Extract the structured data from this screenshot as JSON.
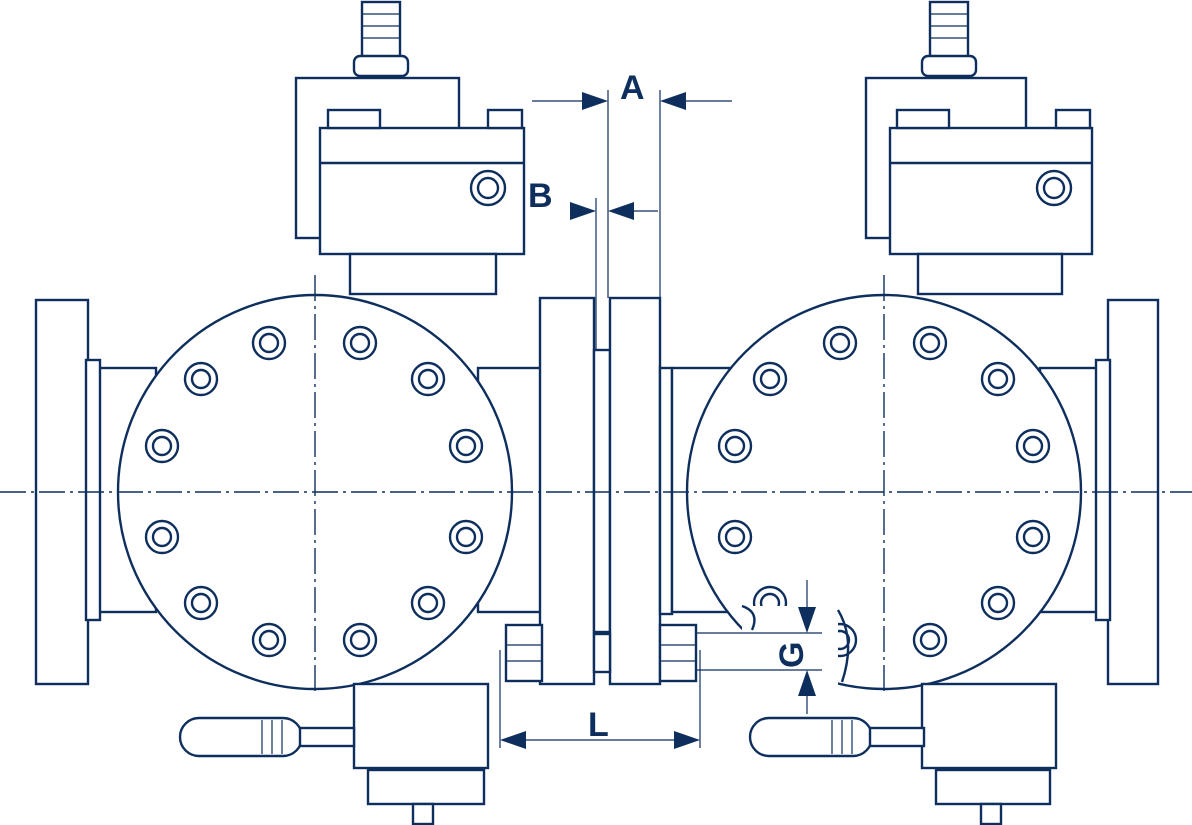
{
  "dimensions": {
    "a": "A",
    "b": "B",
    "g": "G",
    "l": "L"
  },
  "colors": {
    "line": "#0e2f5e",
    "background": "#ffffff"
  },
  "components": {
    "valve_count": 2,
    "flange_bolts_per_valve": 12
  }
}
